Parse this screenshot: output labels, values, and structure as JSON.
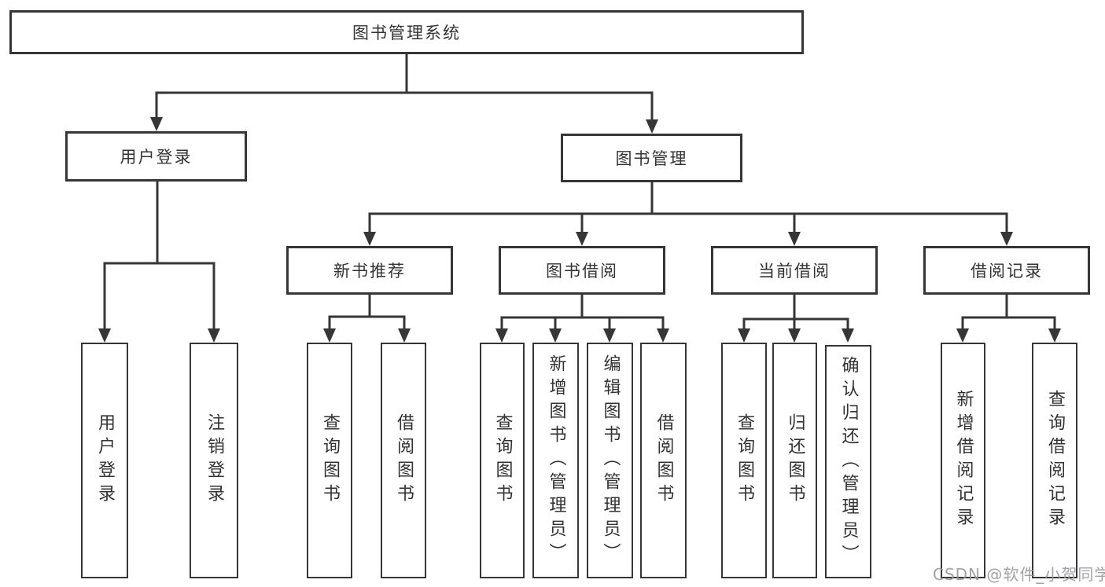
{
  "colors": {
    "line": "#363636",
    "text": "#333333",
    "watermark": "#96989d",
    "background": "#ffffff"
  },
  "watermark": {
    "text": "CSDN @软件_小贺同学"
  },
  "nodes": {
    "root": "图书管理系统",
    "user_login": "用户登录",
    "book_mgmt": "图书管理",
    "new_book_rec": "新书推荐",
    "book_borrow": "图书借阅",
    "current_borrow": "当前借阅",
    "borrow_records": "借阅记录",
    "ul_login": "用户登录",
    "ul_logout": "注销登录",
    "nb_query": "查询图书",
    "nb_borrow": "借阅图书",
    "bb_query": "查询图书",
    "bb_add": "新增图书（管理员）",
    "bb_edit": "编辑图书（管理员）",
    "bb_borrow": "借阅图书",
    "cb_query": "查询图书",
    "cb_return": "归还图书",
    "cb_confirm": "确认归还（管理员）",
    "br_add": "新增借阅记录",
    "br_query": "查询借阅记录"
  },
  "structure": {
    "root": "图书管理系统",
    "children": [
      {
        "label": "用户登录",
        "children": [
          "用户登录",
          "注销登录"
        ]
      },
      {
        "label": "图书管理",
        "children": [
          {
            "label": "新书推荐",
            "children": [
              "查询图书",
              "借阅图书"
            ]
          },
          {
            "label": "图书借阅",
            "children": [
              "查询图书",
              "新增图书（管理员）",
              "编辑图书（管理员）",
              "借阅图书"
            ]
          },
          {
            "label": "当前借阅",
            "children": [
              "查询图书",
              "归还图书",
              "确认归还（管理员）"
            ]
          },
          {
            "label": "借阅记录",
            "children": [
              "新增借阅记录",
              "查询借阅记录"
            ]
          }
        ]
      }
    ]
  }
}
